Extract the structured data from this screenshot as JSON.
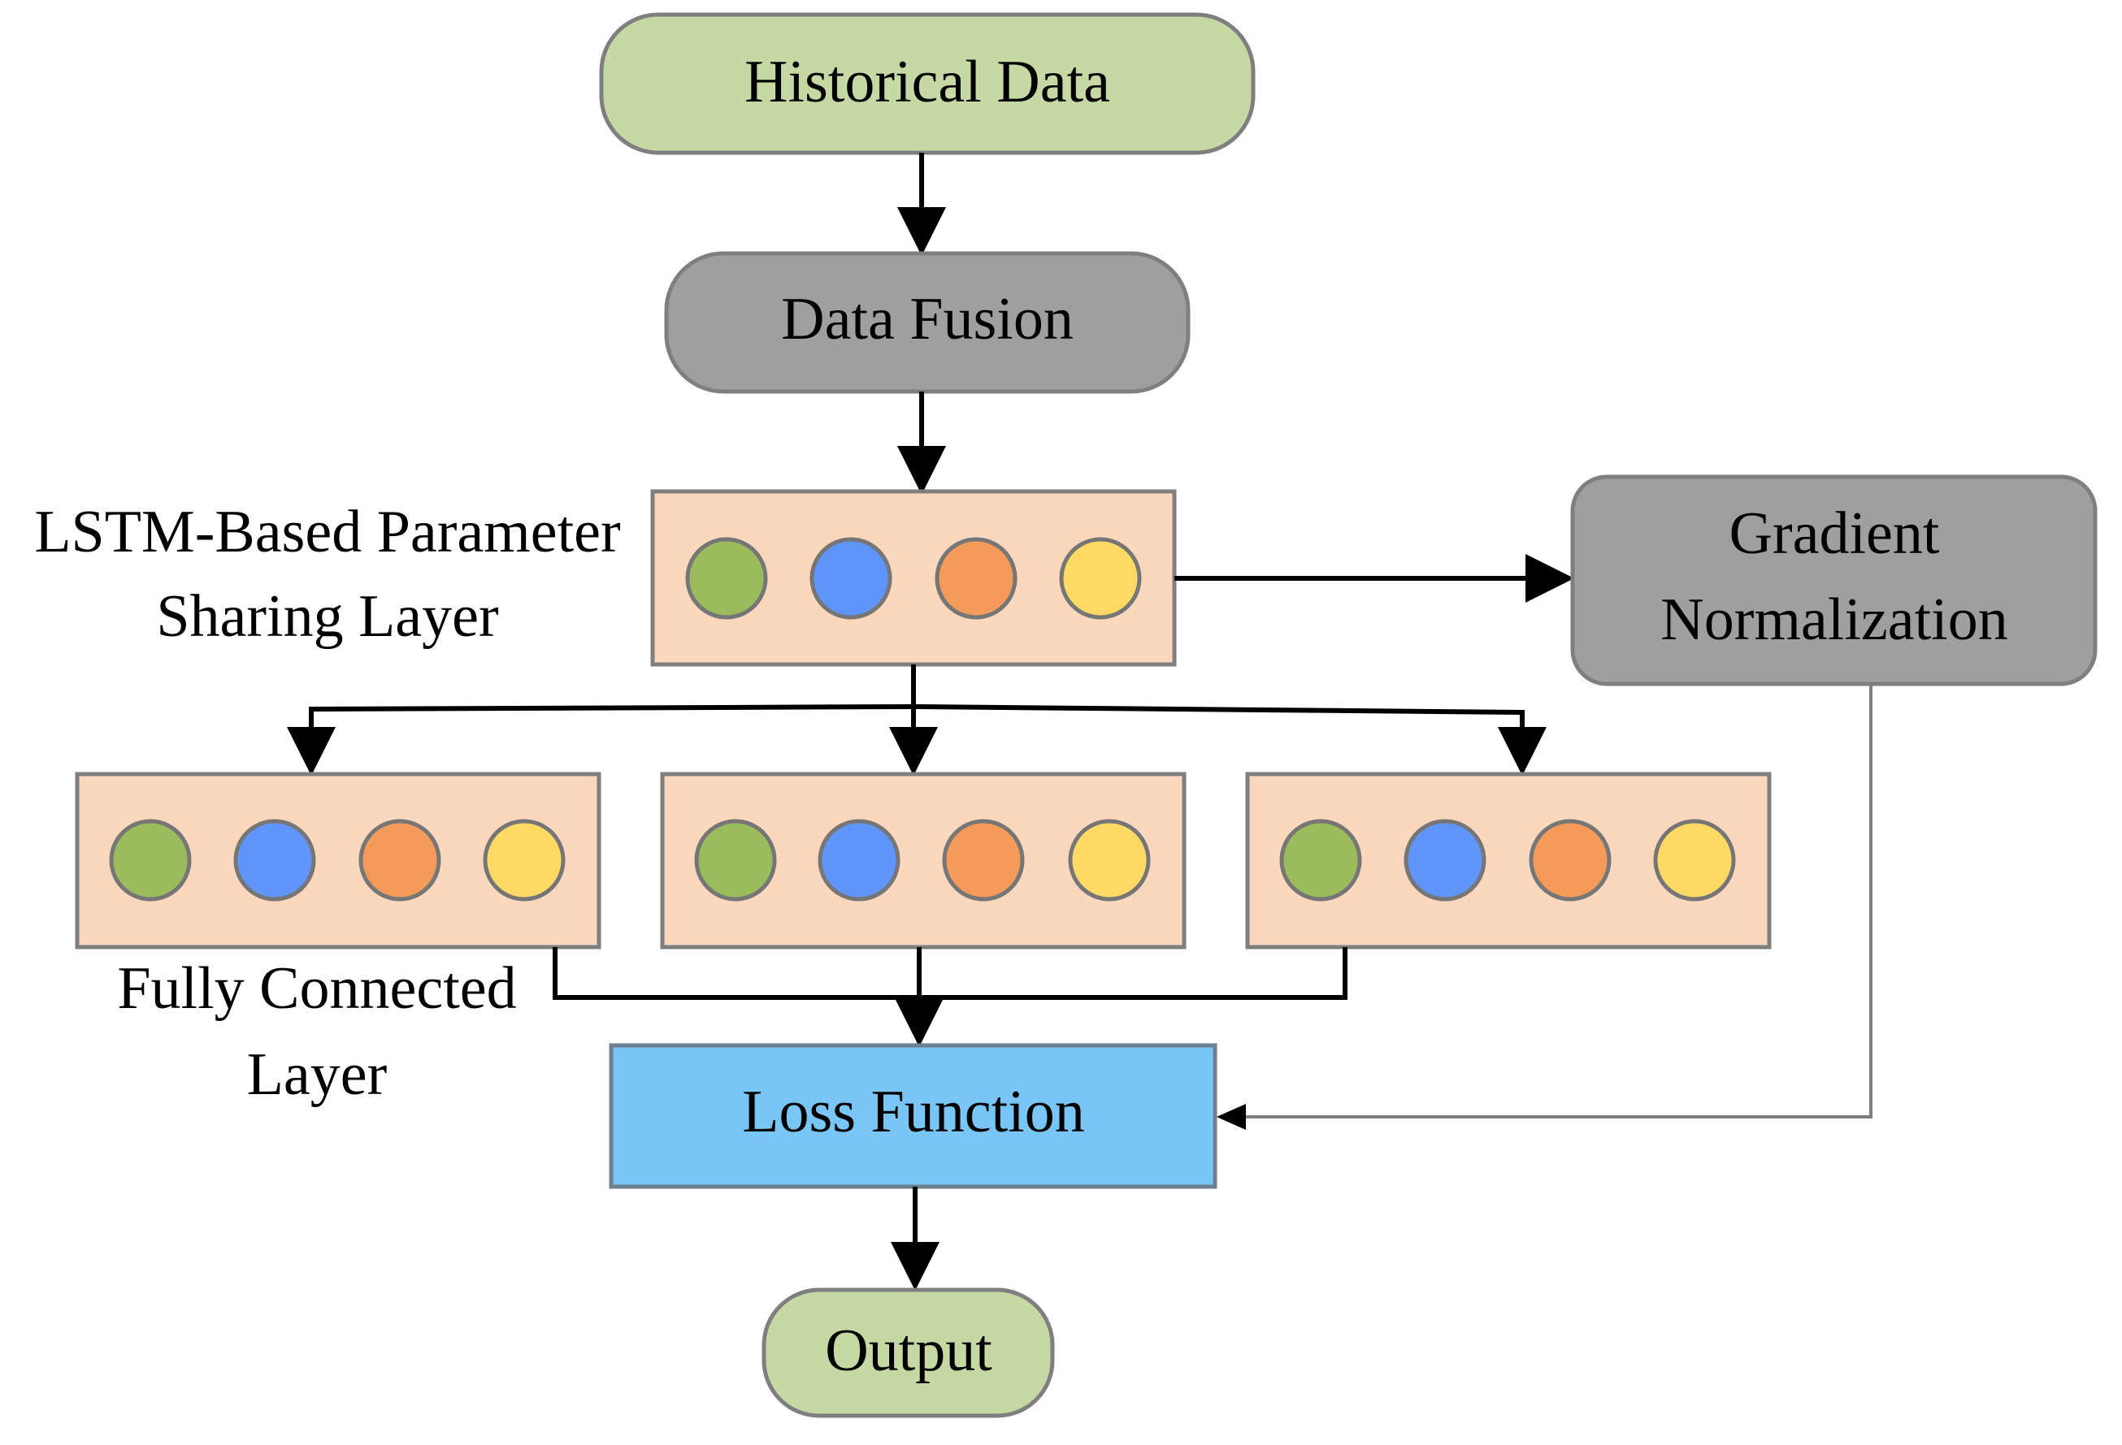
{
  "nodes": {
    "historical_data": {
      "label": "Historical Data",
      "color": "#c6d8a4",
      "border": "#7f7f7f"
    },
    "data_fusion": {
      "label": "Data Fusion",
      "color": "#9f9f9f",
      "border": "#7f7f7f"
    },
    "lstm_layer": {
      "color": "#fad7bd",
      "border": "#7f7f7f"
    },
    "lstm_label": {
      "line1": "LSTM-Based Parameter",
      "line2": "Sharing Layer"
    },
    "gradient_normalization": {
      "line1": "Gradient",
      "line2": "Normalization",
      "color": "#9f9f9f",
      "border": "#7f7f7f"
    },
    "fc_layer_label": {
      "line1": "Fully Connected",
      "line2": "Layer"
    },
    "fc_layers": [
      {
        "color": "#fad7bd"
      },
      {
        "color": "#fad7bd"
      },
      {
        "color": "#fad7bd"
      }
    ],
    "loss_function": {
      "label": "Loss Function",
      "color": "#79c5f6",
      "border": "#6b7f8f"
    },
    "output": {
      "label": "Output",
      "color": "#c6d8a4",
      "border": "#7f7f7f"
    }
  },
  "neuron_colors": [
    "#9bbb5c",
    "#6095fc",
    "#f49b5a",
    "#ffd966"
  ],
  "edge_color": "#000000",
  "gradient_edge_color": "#7f7f7f"
}
